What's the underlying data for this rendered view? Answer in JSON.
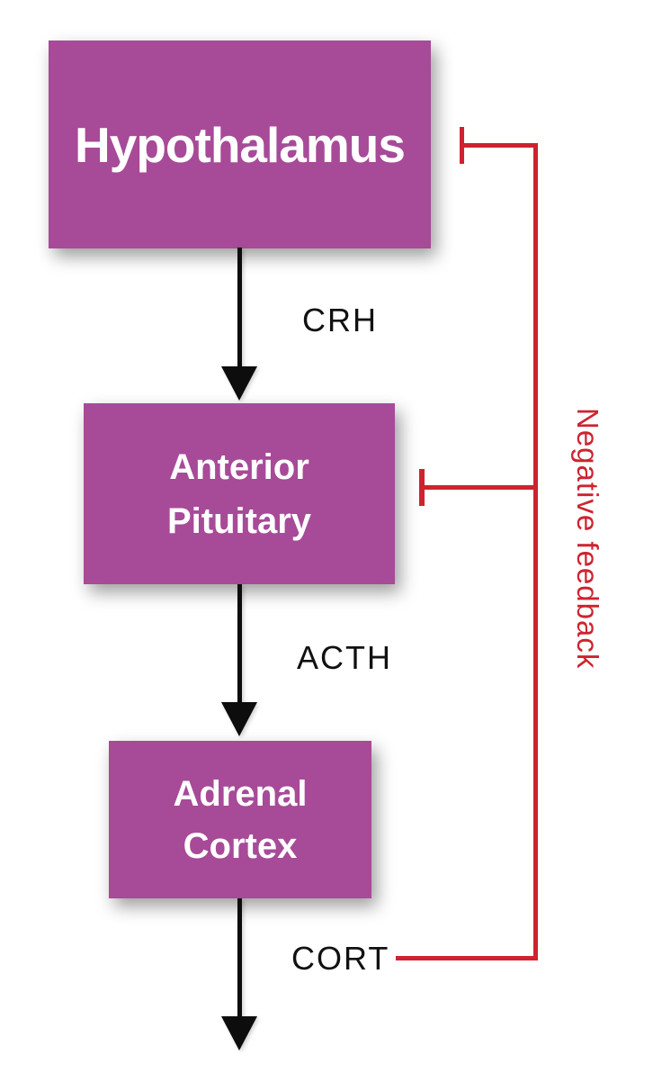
{
  "diagram": {
    "nodes": [
      {
        "id": "hypothalamus",
        "label": "Hypothalamus"
      },
      {
        "id": "anterior-pituitary",
        "line1": "Anterior",
        "line2": "Pituitary"
      },
      {
        "id": "adrenal-cortex",
        "line1": "Adrenal",
        "line2": "Cortex"
      }
    ],
    "hormones": [
      {
        "id": "crh",
        "label": "CRH"
      },
      {
        "id": "acth",
        "label": "ACTH"
      },
      {
        "id": "cort",
        "label": "CORT"
      }
    ],
    "feedback_label": "Negative feedback"
  },
  "colors": {
    "node-fill": "#A74A98",
    "node-text": "#FFFFFF",
    "arrow-black": "#0D0D0D",
    "feedback-red": "#CE232F",
    "hormone-text": "#111111",
    "background": "#FFFFFF"
  }
}
